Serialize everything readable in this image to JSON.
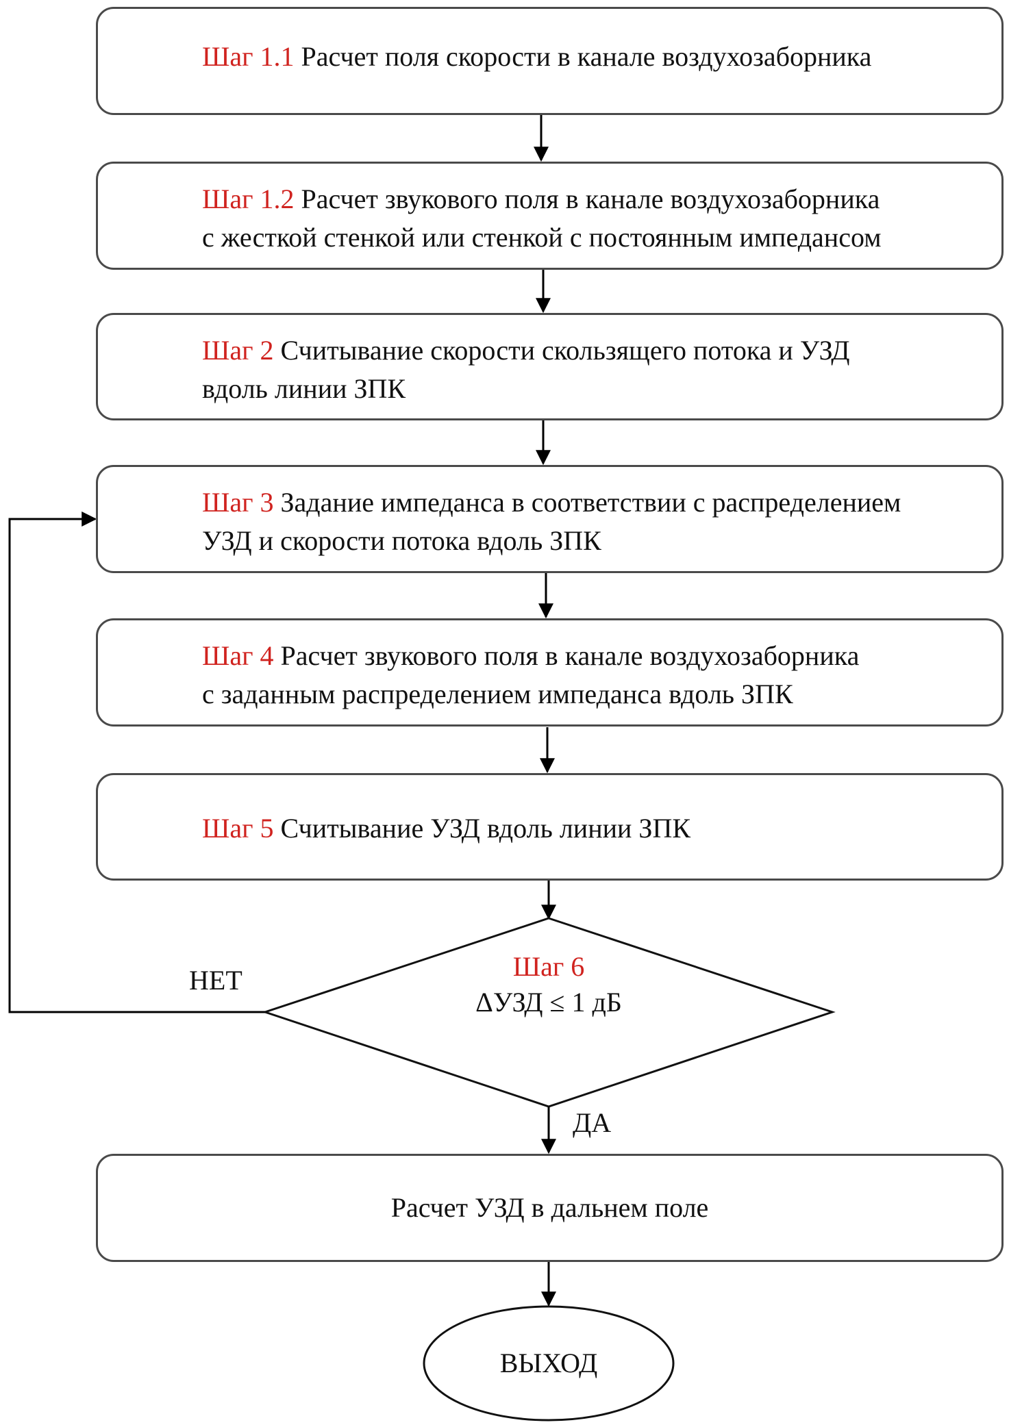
{
  "steps": [
    {
      "label": "Шаг 1.1",
      "lines": [
        "Расчет поля скорости в канале воздухозаборника"
      ]
    },
    {
      "label": "Шаг 1.2",
      "lines": [
        "Расчет звукового поля в канале воздухозаборника",
        "с жесткой стенкой или стенкой с постоянным импедансом"
      ]
    },
    {
      "label": "Шаг 2",
      "lines": [
        "Считывание скорости скользящего потока и УЗД",
        "вдоль линии ЗПК"
      ]
    },
    {
      "label": "Шаг 3",
      "lines": [
        "Задание импеданса в соответствии с распределением",
        "УЗД и скорости потока вдоль ЗПК"
      ]
    },
    {
      "label": "Шаг 4",
      "lines": [
        "Расчет звукового поля в канале воздухозаборника",
        "с заданным распределением импеданса вдоль ЗПК"
      ]
    },
    {
      "label": "Шаг 5",
      "lines": [
        "Считывание УЗД вдоль линии ЗПК"
      ]
    }
  ],
  "decision": {
    "label": "Шаг 6",
    "condition": "ΔУЗД ≤ 1 дБ"
  },
  "branch_no": "НЕТ",
  "branch_yes": "ДА",
  "final_box": "Расчет УЗД в дальнем поле",
  "exit": "ВЫХОД",
  "colors": {
    "step_label": "#d0231f",
    "border": "#4a4a4a",
    "line": "#000000"
  }
}
